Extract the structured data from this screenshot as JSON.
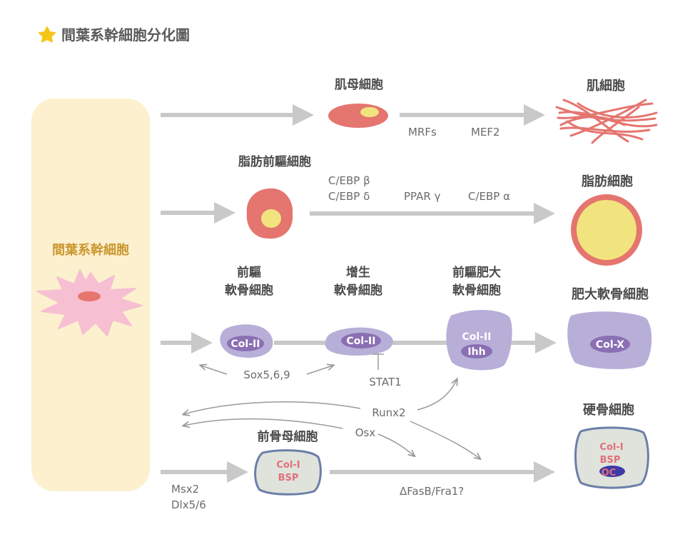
{
  "title": "間葉系幹細胞分化圖",
  "stem_cell": "間葉系幹細胞",
  "cells": {
    "myoblast": "肌母細胞",
    "myocyte": "肌細胞",
    "preadipocyte": "脂肪前驅細胞",
    "adipocyte": "脂肪細胞",
    "prechondro_1": "前驅",
    "prechondro_2": "軟骨細胞",
    "prolif_1": "增生",
    "prolif_2": "軟骨細胞",
    "prehyper_1": "前驅肥大",
    "prehyper_2": "軟骨細胞",
    "hypertrophic": "肥大軟骨細胞",
    "preosteoblast": "前骨母細胞",
    "osteocyte": "硬骨細胞"
  },
  "factors": {
    "mrfs": "MRFs",
    "mef2": "MEF2",
    "cebpb": "C/EBP β",
    "cebpd": "C/EBP δ",
    "ppar": "PPAR γ",
    "cebpa": "C/EBP α",
    "sox": "Sox5,6,9",
    "stat1": "STAT1",
    "runx2": "Runx2",
    "osx": "Osx",
    "msx2": "Msx2",
    "dlx": "Dlx5/6",
    "fasb": "ΔFasB/Fra1?"
  },
  "markers": {
    "col2_a": "Col-II",
    "col2_b": "Col-II",
    "col2_c": "Col-II",
    "ihh": "Ihh",
    "colx": "Col-X",
    "col1_a": "Col-I",
    "bsp_a": "BSP",
    "col1_b": "Col-I",
    "bsp_b": "BSP",
    "oc": "OC"
  },
  "colors": {
    "stem_panel": "#fdf0cf",
    "arrow": "#c9c9c9",
    "red_cell": "#e5756f",
    "yellow_core": "#f1e47e",
    "purple_cell": "#b8afd8",
    "purple_nucleus": "#8a6fb3",
    "bone_cell": "#dfe3dc",
    "bone_border": "#6c7fa8",
    "star": "#f5c518"
  }
}
